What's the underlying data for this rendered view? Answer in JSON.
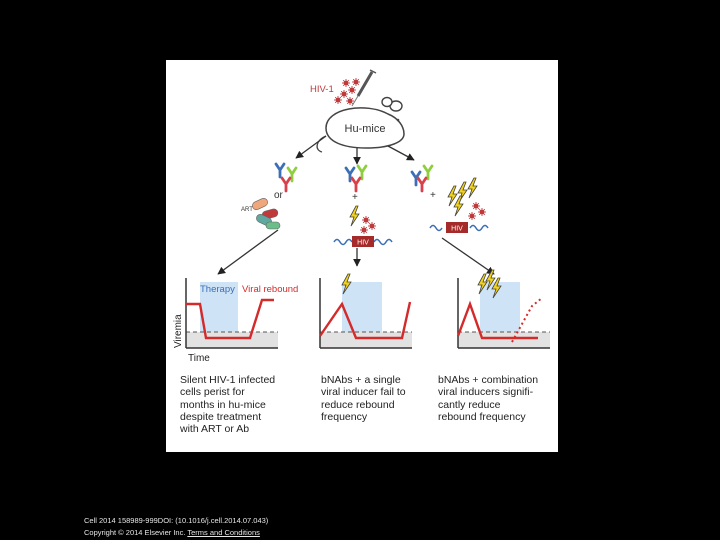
{
  "figure": {
    "virus_label": "HIV-1",
    "mouse_label": "Hu-mice",
    "or_label": "or",
    "art_label": "ART",
    "plus": "+",
    "hiv_box": "HIV",
    "therapy_label": "Therapy",
    "rebound_label": "Viral rebound",
    "y_axis_label": "Viremia",
    "x_axis_label": "Time",
    "captions": [
      "Silent HIV-1 infected\ncells perist for\nmonths in hu-mice\ndespite treatment\nwith ART or Ab",
      "bNAbs + a single\nviral inducer fail to\nreduce rebound\nfrequency",
      "bNAbs + combination\nviral inducers signifi-\ncantly reduce\nrebound frequency"
    ]
  },
  "footer": {
    "citation": "Cell 2014 158989-999DOI: (10.1016/j.cell.2014.07.043)",
    "copyright": "Copyright © 2014 Elsevier Inc. ",
    "terms_link": "Terms and Conditions"
  },
  "colors": {
    "red_line": "#d42a2a",
    "therapy_fill": "#cfe3f7",
    "baseline_fill": "#e2e2e2",
    "virus": "#c0393b",
    "antibody_green": "#8fcf3f",
    "antibody_blue": "#3b6fb6",
    "antibody_red": "#d9414a",
    "bolt_yellow": "#f2d21b"
  }
}
